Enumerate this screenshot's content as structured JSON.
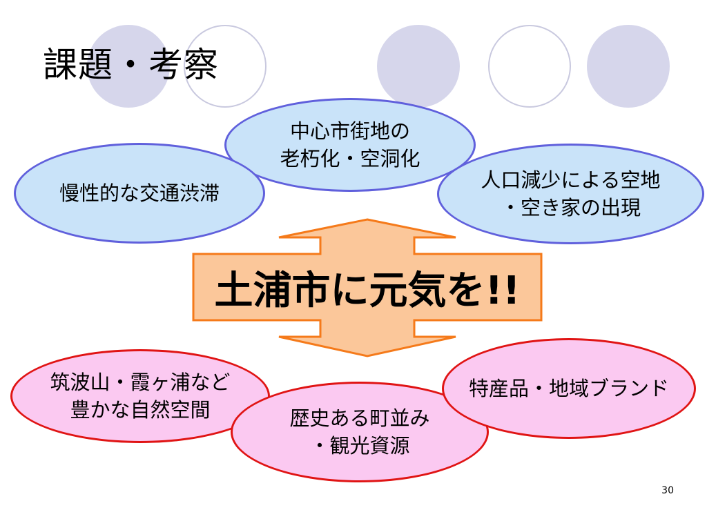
{
  "slide": {
    "title": "課題・考察",
    "page_number": "30"
  },
  "colors": {
    "problem_fill": "#c9e3f9",
    "problem_border": "#6060dc",
    "asset_fill": "#fbc9f1",
    "asset_border": "#e01414",
    "arrow_fill": "#fbc79a",
    "arrow_border": "#f57a1a",
    "decor_fill": "#d6d6eb",
    "decor_border": "#c9c9df"
  },
  "diagram": {
    "center_label": "土浦市に元気を!!",
    "problems": [
      {
        "lines": [
          "中心市街地の",
          "老朽化・空洞化"
        ]
      },
      {
        "lines": [
          "慢性的な交通渋滞"
        ]
      },
      {
        "lines": [
          "人口減少による空地",
          "・空き家の出現"
        ]
      }
    ],
    "assets": [
      {
        "lines": [
          "筑波山・霞ヶ浦など",
          "豊かな自然空間"
        ]
      },
      {
        "lines": [
          "歴史ある町並み",
          "・観光資源"
        ]
      },
      {
        "lines": [
          "特産品・地域ブランド"
        ]
      }
    ]
  }
}
